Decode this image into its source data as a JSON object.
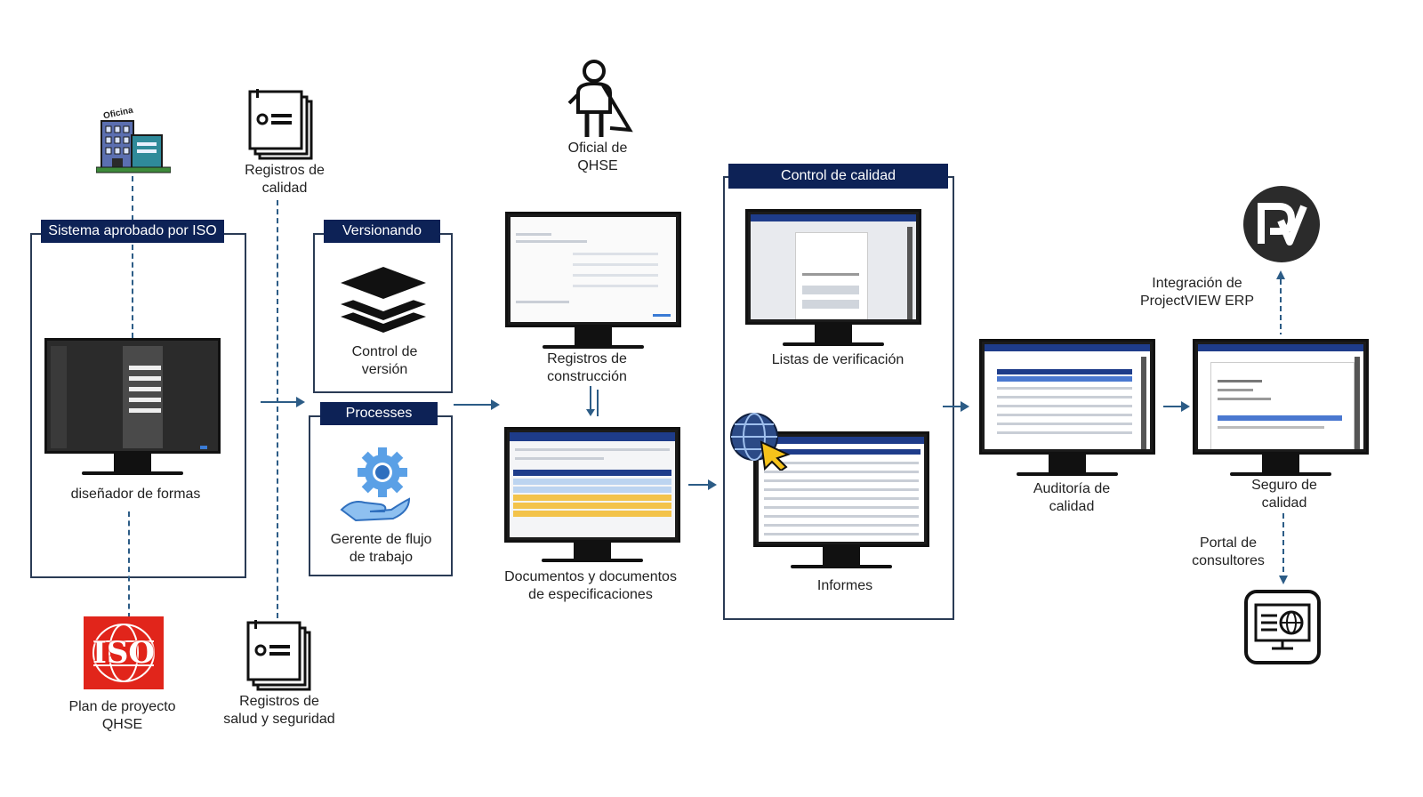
{
  "nodes": {
    "oficina_tag": "Oficina",
    "sistema_header": "Sistema aprobado por ISO",
    "disenador": "diseñador de formas",
    "iso_logo_text": "ISO",
    "plan_proyecto": "Plan de proyecto\nQHSE",
    "registros_calidad": "Registros de\ncalidad",
    "registros_salud": "Registros de\nsalud y seguridad",
    "versionando_header": "Versionando",
    "control_version": "Control de\nversión",
    "processes_header": "Processes",
    "gerente_flujo": "Gerente de flujo\nde trabajo",
    "oficial_qhse": "Oficial de\nQHSE",
    "registros_construccion": "Registros de\nconstrucción",
    "documentos": "Documentos y documentos\nde especificaciones",
    "control_calidad_header": "Control de calidad",
    "listas": "Listas de verificación",
    "informes": "Informes",
    "auditoria": "Auditoría de\ncalidad",
    "seguro": "Seguro de\ncalidad",
    "integracion": "Integración de\nProjectVIEW ERP",
    "portal": "Portal de\nconsultores"
  },
  "colors": {
    "navy_header": "#0d2256",
    "arrow": "#2c5c86",
    "iso_red": "#e1251b"
  },
  "icons": [
    "office-building-icon",
    "document-stack-icon",
    "layers-icon",
    "gear-hand-icon",
    "person-cape-icon",
    "globe-cursor-icon",
    "projectview-logo-icon",
    "web-portal-icon",
    "iso-logo-icon"
  ]
}
